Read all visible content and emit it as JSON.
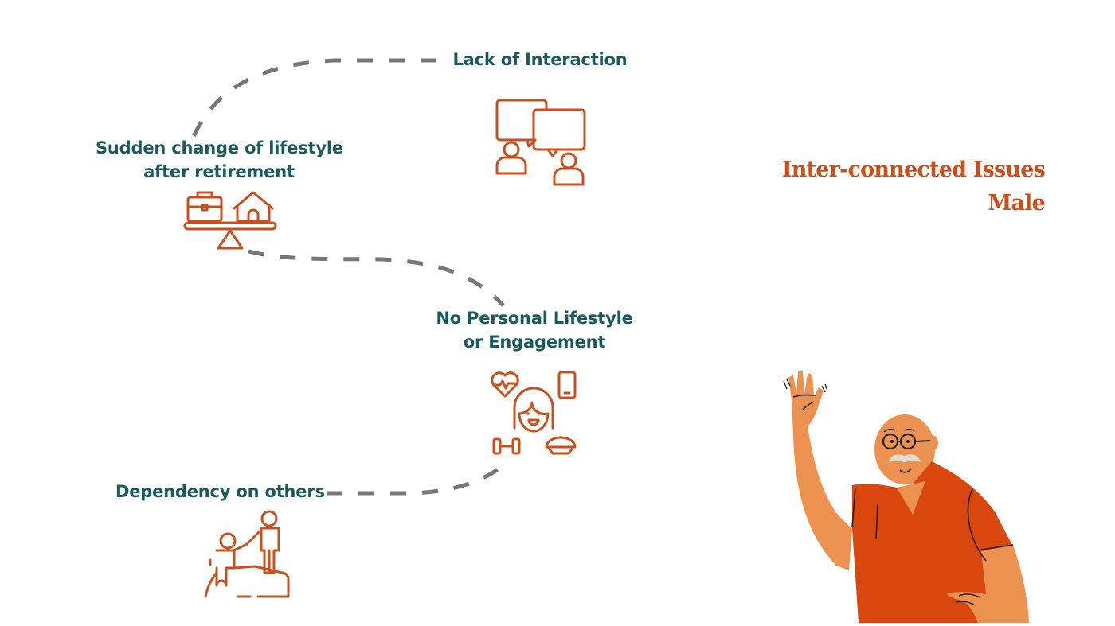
{
  "title": {
    "line1": "Inter-connected Issues",
    "line2": "Male"
  },
  "nodes": [
    {
      "label_lines": [
        "Lack of Interaction"
      ],
      "icon": "conversation-icon"
    },
    {
      "label_lines": [
        "Sudden change of lifestyle",
        "after retirement"
      ],
      "icon": "work-life-balance-icon"
    },
    {
      "label_lines": [
        "No Personal Lifestyle",
        "or Engagement"
      ],
      "icon": "personal-lifestyle-icon"
    },
    {
      "label_lines": [
        "Dependency on others"
      ],
      "icon": "helping-hand-icon"
    }
  ],
  "illustration": "waving-elderly-man",
  "colors": {
    "label": "#1b5a5a",
    "accent": "#c8501e",
    "connector": "#777777",
    "shirt": "#d9470f",
    "skin": "#ec9150"
  }
}
